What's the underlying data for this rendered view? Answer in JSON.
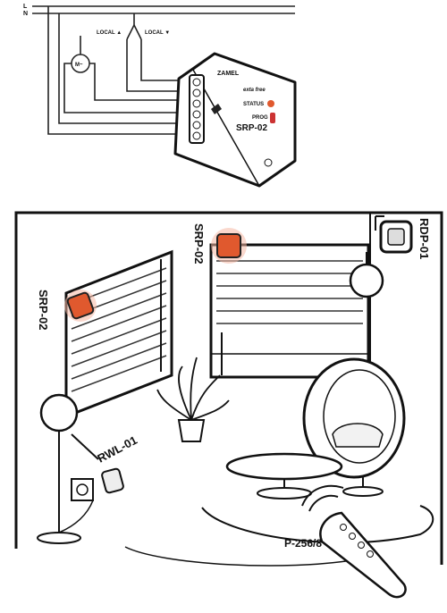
{
  "wiring": {
    "line_l": "L",
    "line_n": "N",
    "switch_up": "LOCAL ▲",
    "switch_down": "LOCAL ▼",
    "motor": "M~",
    "module_brand": "ZAMEL",
    "module_system": "exta free",
    "module_model": "SRP-02",
    "module_status": "STATUS",
    "module_prog": "PROG"
  },
  "room": {
    "label_srp_left": "SRP-02",
    "label_srp_top": "SRP-02",
    "label_rdp": "RDP-01",
    "label_rwl": "RWL-01",
    "label_remote": "P-256/8"
  },
  "colors": {
    "module_accent": "#e0592e",
    "glow": "#f6b8a4",
    "line": "#111111"
  }
}
